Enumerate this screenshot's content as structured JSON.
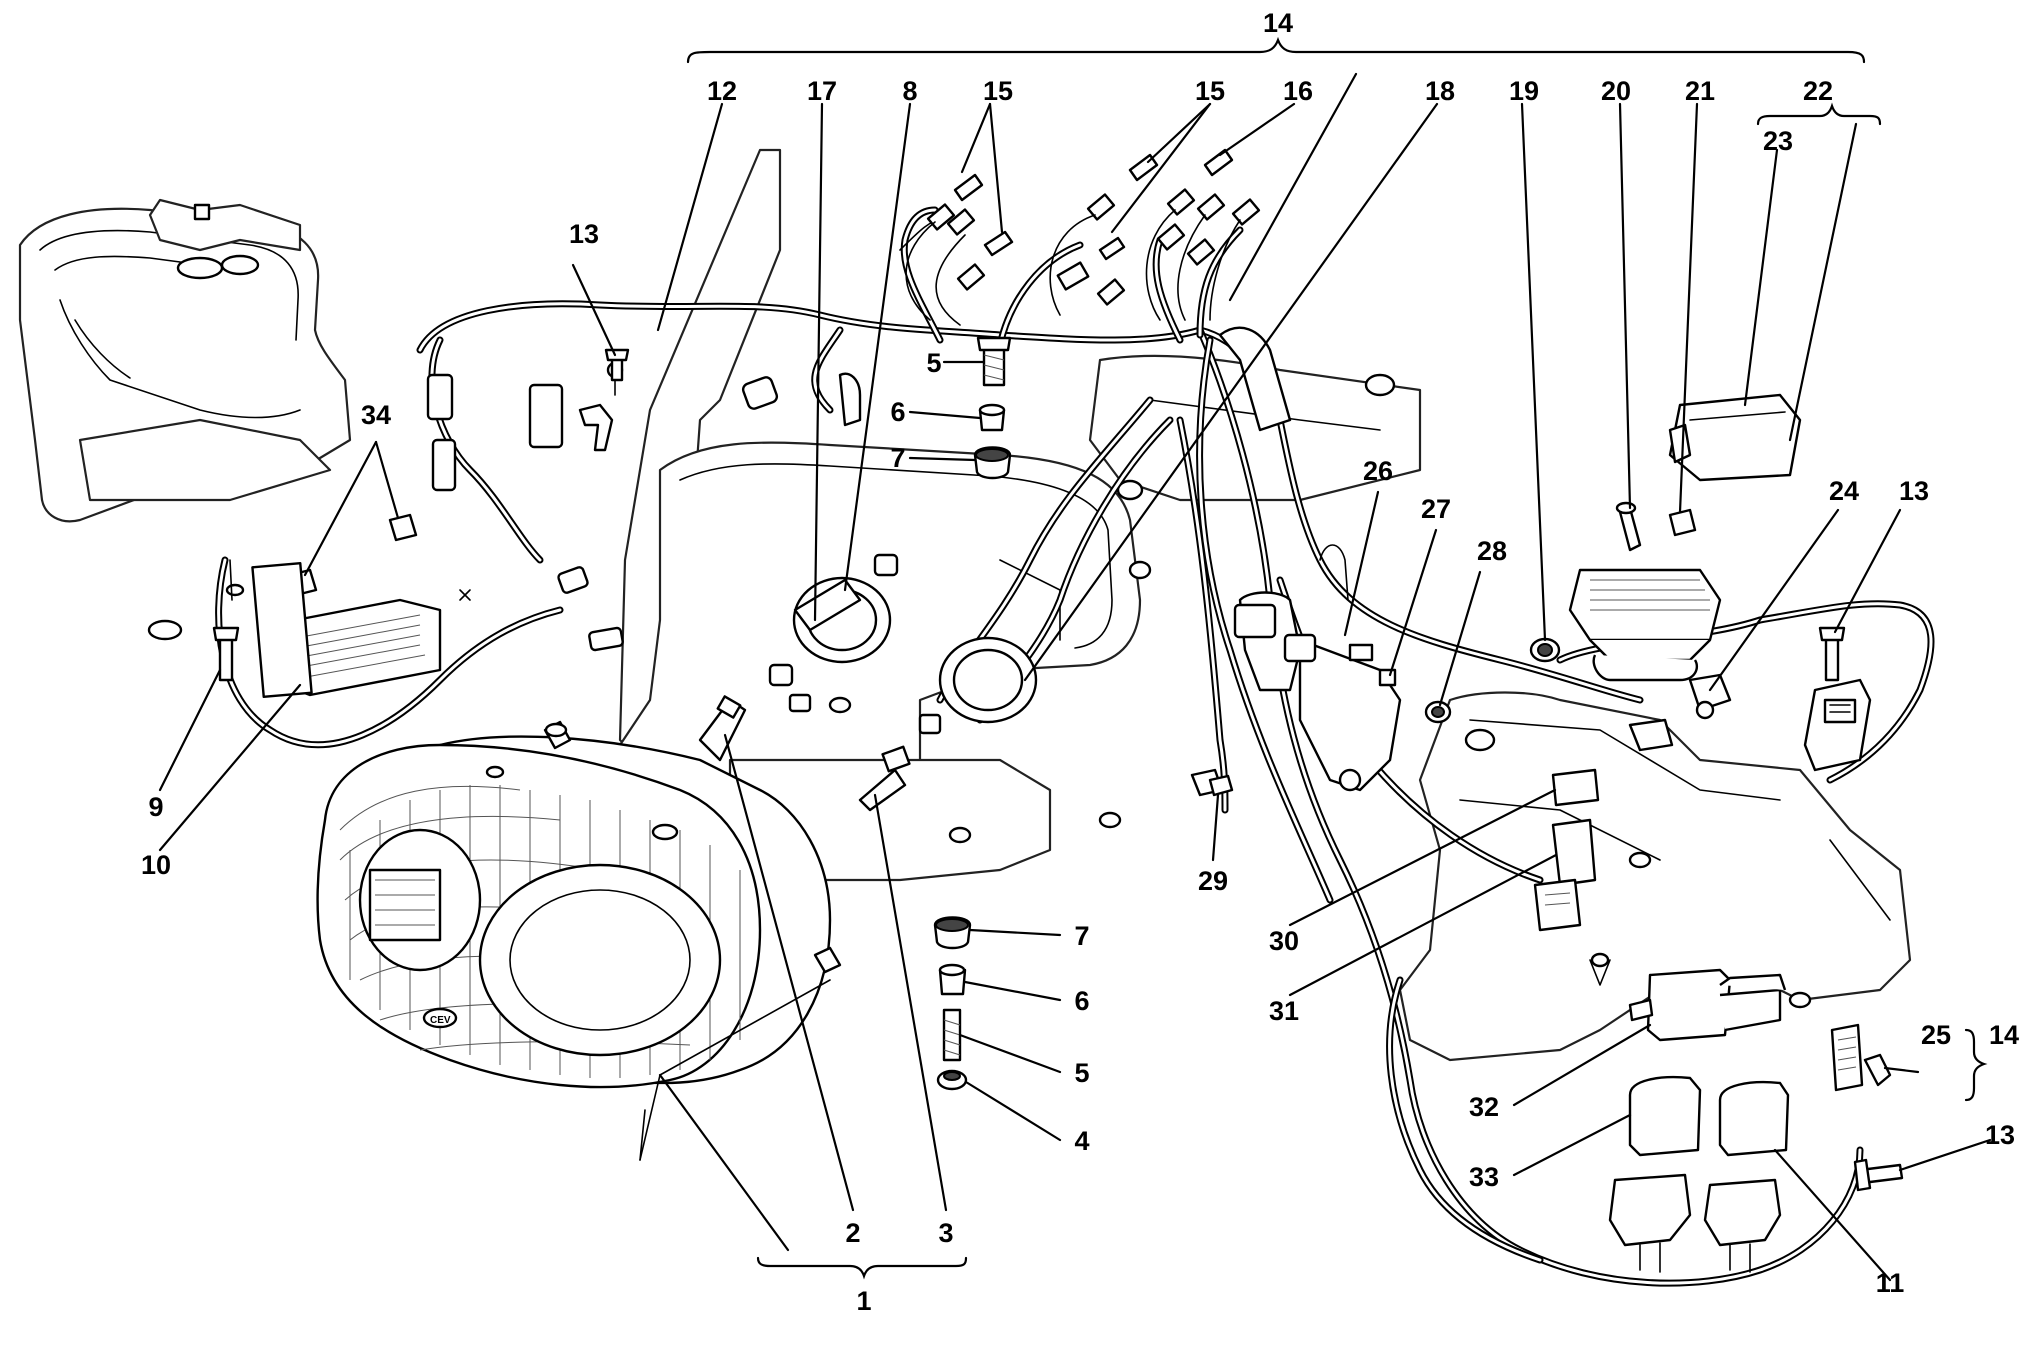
{
  "labels": {
    "l1": "1",
    "l2": "2",
    "l3": "3",
    "l4": "4",
    "l5a": "5",
    "l5b": "5",
    "l6a": "6",
    "l6b": "6",
    "l7a": "7",
    "l7b": "7",
    "l8": "8",
    "l9": "9",
    "l10": "10",
    "l11": "11",
    "l12": "12",
    "l13a": "13",
    "l13b": "13",
    "l13c": "13",
    "l14a": "14",
    "l14b": "14",
    "l15a": "15",
    "l15b": "15",
    "l16": "16",
    "l17": "17",
    "l18": "18",
    "l19": "19",
    "l20": "20",
    "l21": "21",
    "l22": "22",
    "l23": "23",
    "l24": "24",
    "l25": "25",
    "l26": "26",
    "l27": "27",
    "l28": "28",
    "l29": "29",
    "l30": "30",
    "l31": "31",
    "l32": "32",
    "l33": "33",
    "l34": "34"
  },
  "lens_logo": "CEV"
}
